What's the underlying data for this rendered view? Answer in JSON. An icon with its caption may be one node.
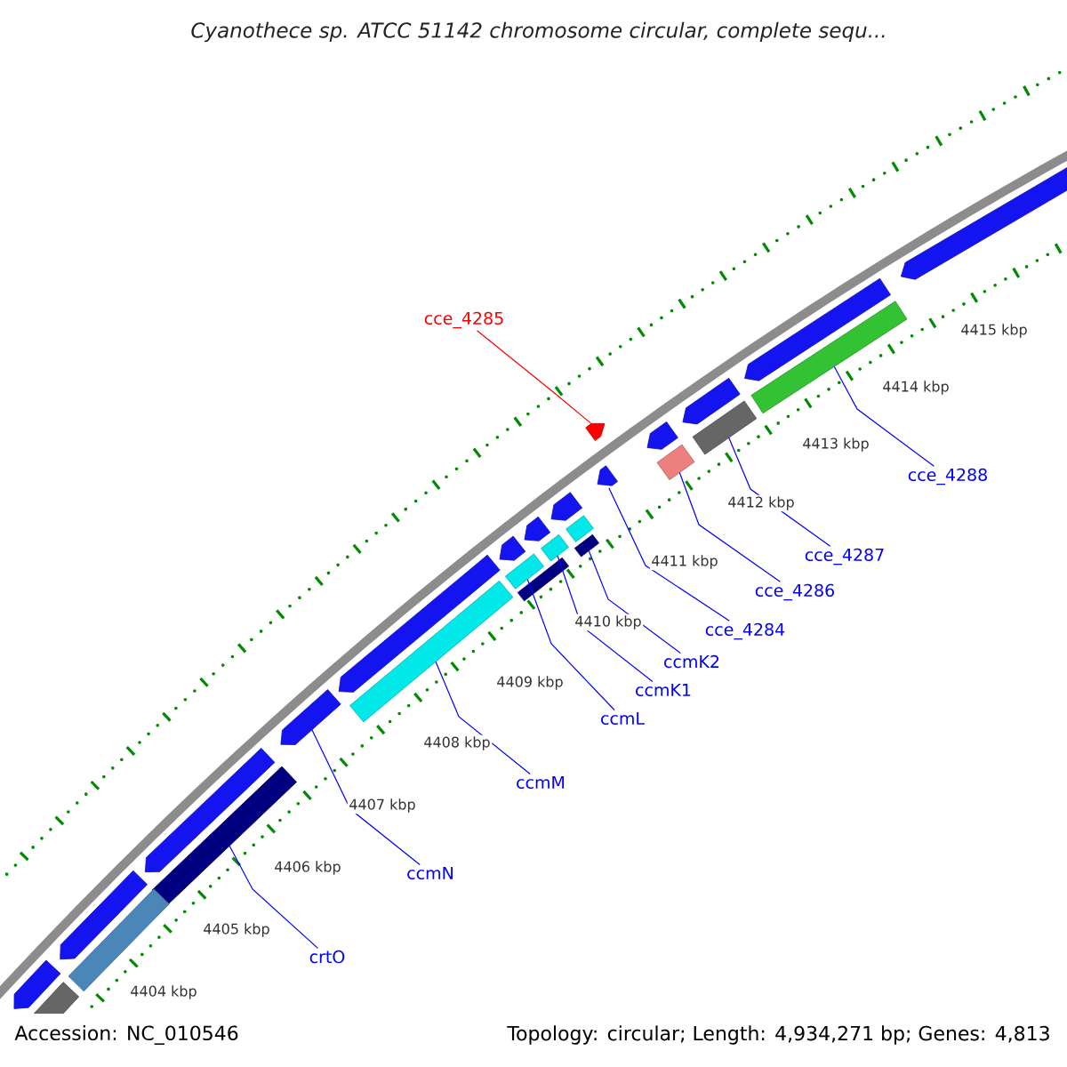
{
  "diagram": {
    "title": "Cyanothece sp. ATCC 51142 chromosome circular, complete sequ...",
    "nodes": [
      {
        "text": [
          "cce_4285"
        ]
      },
      {
        "text": [
          "cce_4288"
        ]
      },
      {
        "text": [
          "cce_4287"
        ]
      },
      {
        "text": [
          "cce_4286"
        ]
      },
      {
        "text": [
          "cce_4284"
        ]
      },
      {
        "text": [
          "ccmK2"
        ]
      },
      {
        "text": [
          "ccmK1"
        ]
      },
      {
        "text": [
          "ccmL"
        ]
      },
      {
        "text": [
          "ccmM"
        ]
      },
      {
        "text": [
          "ccmN"
        ]
      },
      {
        "text": [
          "crtO"
        ]
      },
      {
        "text": [],
        "shape": "bar"
      },
      {
        "text": [],
        "shape": "bar"
      },
      {
        "text": [],
        "shape": "bar"
      },
      {
        "text": [],
        "shape": "bar"
      },
      {
        "text": [],
        "shape": "bar"
      },
      {
        "text": [],
        "shape": "bar"
      },
      {
        "text": [],
        "shape": "bar"
      },
      {
        "text": [],
        "shape": "bar"
      },
      {
        "text": [],
        "shape": "bar"
      },
      {
        "text": [],
        "shape": "bar"
      },
      {
        "text": [],
        "shape": "bar"
      },
      {
        "text": [],
        "shape": "bar"
      },
      {
        "text": [],
        "shape": "bar"
      },
      {
        "text": [],
        "shape": "bar"
      },
      {
        "text": [],
        "shape": "bar"
      },
      {
        "text": [],
        "shape": "bar"
      },
      {
        "text": [],
        "shape": "bar"
      },
      {
        "text": [],
        "shape": "bar"
      },
      {
        "text": [],
        "shape": "bar"
      },
      {
        "text": [],
        "shape": "bar"
      },
      {
        "text": [],
        "shape": "bar"
      },
      {
        "text": [],
        "shape": "bar"
      },
      {
        "text": [],
        "shape": "bar"
      },
      {
        "text": [],
        "shape": "bar"
      },
      {
        "text": [],
        "shape": "bar"
      },
      {
        "text": [],
        "shape": "bar"
      }
    ],
    "edges": [
      {
        "from": 0,
        "to": 11,
        "arrow": "none",
        "color": "#ff0000"
      },
      {
        "from": 1,
        "to": 12,
        "arrow": "none"
      },
      {
        "from": 2,
        "to": 13,
        "arrow": "none"
      },
      {
        "from": 3,
        "to": 14,
        "arrow": "none"
      },
      {
        "from": 4,
        "to": 15,
        "arrow": "none"
      },
      {
        "from": 5,
        "to": 16,
        "arrow": "none"
      },
      {
        "from": 6,
        "to": 17,
        "arrow": "none"
      },
      {
        "from": 7,
        "to": 18,
        "arrow": "none"
      },
      {
        "from": 8,
        "to": 19,
        "arrow": "none"
      },
      {
        "from": 9,
        "to": 20,
        "arrow": "none"
      },
      {
        "from": 10,
        "to": 21,
        "arrow": "none"
      }
    ],
    "labels": [
      "4415 kbp",
      "4414 kbp",
      "4413 kbp",
      "4412 kbp",
      "4411 kbp",
      "4410 kbp",
      "4409 kbp",
      "4408 kbp",
      "4407 kbp",
      "4406 kbp",
      "4405 kbp",
      "4404 kbp",
      "Accession: NC_010546",
      "Topology: circular; Length: 4,934,271 bp; Genes: 4,813"
    ]
  }
}
